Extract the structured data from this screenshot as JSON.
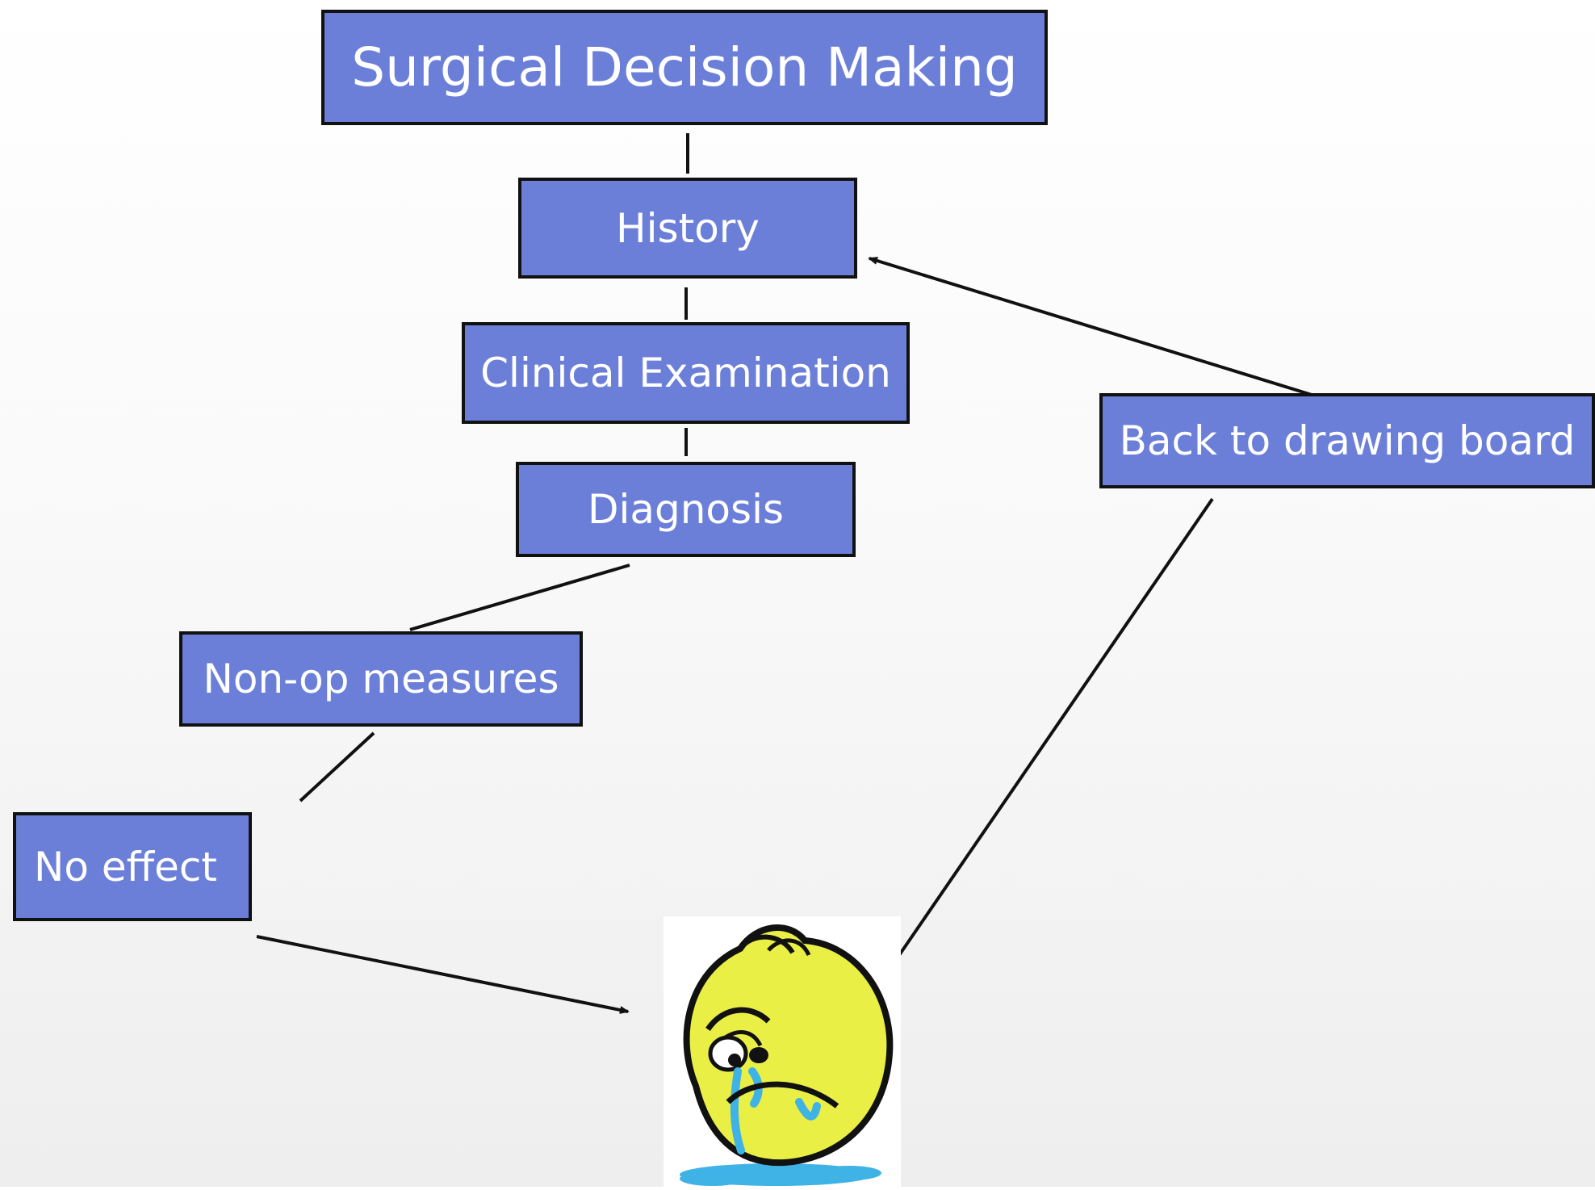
{
  "diagram": {
    "nodes": {
      "title": "Surgical Decision Making",
      "history": "History",
      "clinical_examination": "Clinical Examination",
      "diagnosis": "Diagnosis",
      "non_op_measures": "Non-op measures",
      "no_effect": "No effect",
      "back_to_drawing_board": "Back to drawing board"
    },
    "edges": [
      {
        "from": "title",
        "to": "history",
        "arrow": false
      },
      {
        "from": "history",
        "to": "clinical_examination",
        "arrow": false
      },
      {
        "from": "clinical_examination",
        "to": "diagnosis",
        "arrow": false
      },
      {
        "from": "diagnosis",
        "to": "non_op_measures",
        "arrow": false
      },
      {
        "from": "non_op_measures",
        "to": "no_effect",
        "arrow": false
      },
      {
        "from": "no_effect",
        "to": "sad-face",
        "arrow": true
      },
      {
        "from": "sad-face",
        "to": "back_to_drawing_board",
        "arrow": false
      },
      {
        "from": "back_to_drawing_board",
        "to": "history",
        "arrow": true
      }
    ],
    "sad_face_icon": "crying-face-icon",
    "colors": {
      "box_fill": "#6b7fd8",
      "box_border": "#111111",
      "box_text": "#ffffff",
      "face_fill": "#e9ef45",
      "tears": "#3fb2e6"
    }
  }
}
